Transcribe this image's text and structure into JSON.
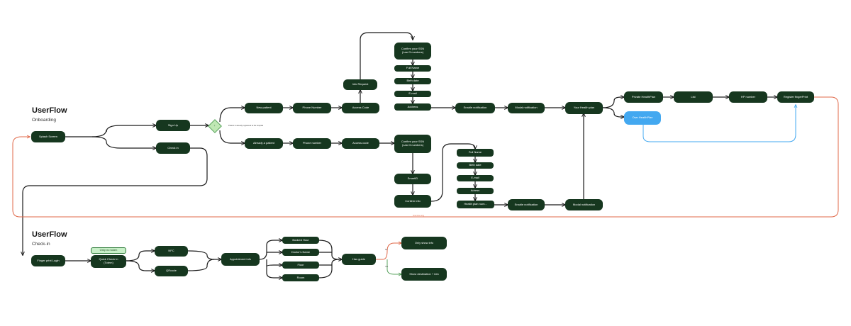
{
  "onboarding": {
    "title": "UserFlow",
    "subtitle": "Onboarding",
    "nodes": {
      "splash": "Splash Screen",
      "sign_up": "Sign Up",
      "check_in": "Check in",
      "decision": "?",
      "decision_note": "Patient is already registered at the hospital",
      "new_patient": "New patient",
      "already_patient": "Already a patient",
      "phone_number_new": "Phone Number",
      "phone_number_existing": "Phone number",
      "access_code_new": "Access Code",
      "access_code_existing": "Access code",
      "info_request": "Info Request",
      "confirm_ssn_top": "Confirm your SSN\n(Last 3 numbers)",
      "full_name_top": "Full Name",
      "birth_date_top": "Birth date",
      "email_top": "E-mail",
      "address_top": "Address",
      "confirm_ssn_mid": "Confirm your SSN\n(Last 3 numbers)",
      "smartid": "SmartID",
      "confirm_info": "Confirm info",
      "full_name_bottom": "Full Name",
      "birth_date_bottom": "Birth date",
      "email_bottom": "E-mail",
      "address_bottom": "Adress",
      "health_plan_num": "Health plan num...",
      "enable_notification_top": "Enable notification",
      "modal_notification_top": "Modal notification",
      "enable_notification_bottom": "Enable notification",
      "modal_notification_bottom": "Modal notification",
      "your_health_plan": "Your Health plan",
      "private_health_plan": "Private HealthPlan",
      "list": "List",
      "hp_number": "HP number",
      "register_fingerprint": "Register fingerPrint",
      "public_health_plan": "Own HealthPlan"
    },
    "loop_label": "One time only"
  },
  "checkin": {
    "title": "UserFlow",
    "subtitle": "Check-in",
    "nodes": {
      "fingerprint_login": "Finger print Login",
      "only_token": "Only no token",
      "quick_checkin": "Quick Check in\n(Totem)",
      "nfc": "NFC",
      "qrcode": "QRcode",
      "appointment_info": "Appointment info",
      "booked_hour": "Booked Hour",
      "doctors_name": "Doctor's Name",
      "floor": "Floor",
      "room": "Room",
      "has_guide": "Has guide",
      "only_show_info": "Only show info",
      "show_destination": "Show destination + info",
      "no_label": "No",
      "yes_label": "Yes"
    }
  },
  "colors": {
    "node": "#16371f",
    "line": "#1b1b1b",
    "accent_orange": "#e0694a",
    "accent_blue": "#43a8f0",
    "accent_green": "#5aa35f"
  }
}
